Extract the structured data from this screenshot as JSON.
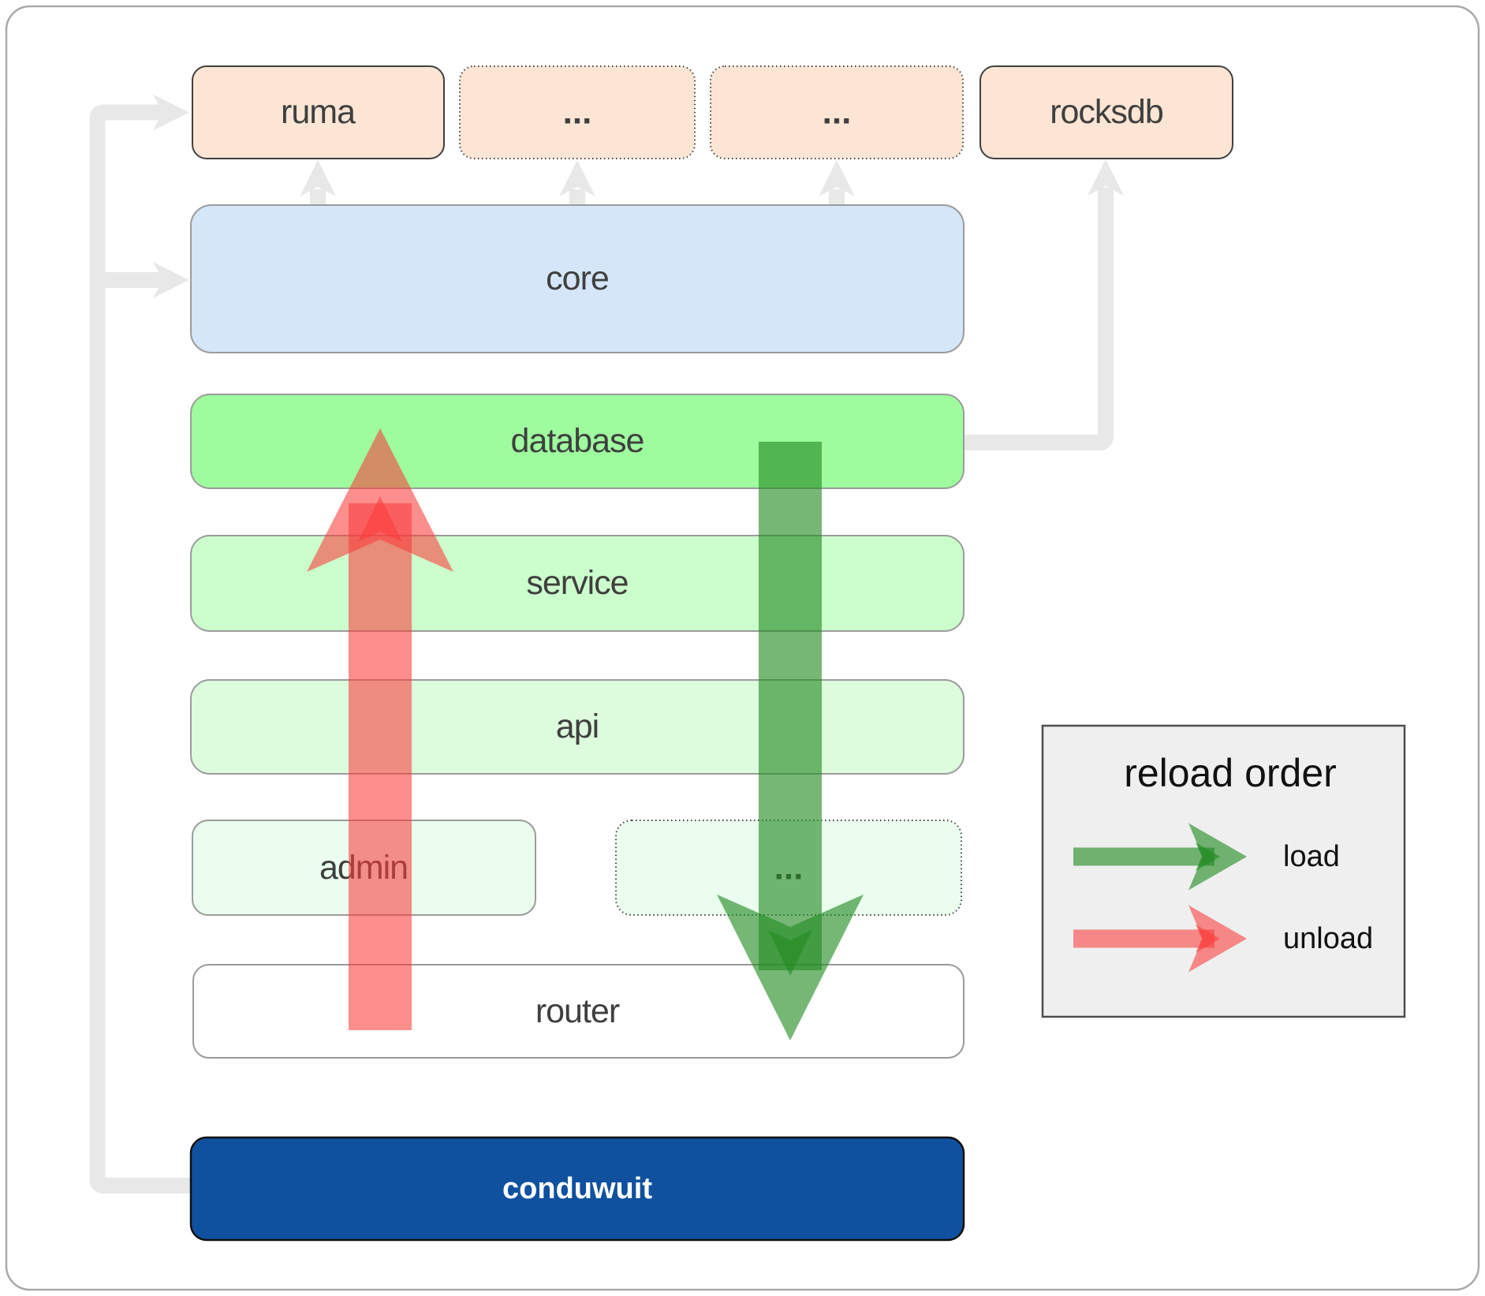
{
  "nodes": {
    "ruma": {
      "label": "ruma"
    },
    "ext1": {
      "label": "..."
    },
    "ext2": {
      "label": "..."
    },
    "rocksdb": {
      "label": "rocksdb"
    },
    "core": {
      "label": "core"
    },
    "database": {
      "label": "database"
    },
    "service": {
      "label": "service"
    },
    "api": {
      "label": "api"
    },
    "admin": {
      "label": "admin"
    },
    "api_ext": {
      "label": "..."
    },
    "router": {
      "label": "router"
    },
    "conduwuit": {
      "label": "conduwuit"
    }
  },
  "legend": {
    "title": "reload order",
    "items": [
      {
        "label": "load",
        "color": "rgba(34,139,34,0.62)"
      },
      {
        "label": "unload",
        "color": "rgba(250,60,60,0.58)"
      }
    ]
  },
  "colors": {
    "page_bg": "#ffffff",
    "frame_border": "#a9a9a9",
    "external_fill": "#fce5d4",
    "external_border": "#404040",
    "core_fill": "#d4e6f8",
    "database_fill": "#9efc9e",
    "service_fill": "#ccfdcc",
    "api_fill": "#ddfbdd",
    "admin_fill": "#eafdee",
    "router_fill": "#ffffff",
    "layer_border": "#9b9b9b",
    "conduwuit_fill": "#10519f",
    "conduwuit_border": "#111111",
    "conduwuit_text": "#ffffff",
    "label_text": "#3f3f3f",
    "gray_arrow": "#e8e8e8",
    "load_arrow": "rgba(34,139,34,0.62)",
    "unload_arrow": "rgba(250,60,60,0.58)",
    "legend_bg": "#efefef",
    "legend_border": "#4d4d4d",
    "legend_text": "#111111"
  }
}
